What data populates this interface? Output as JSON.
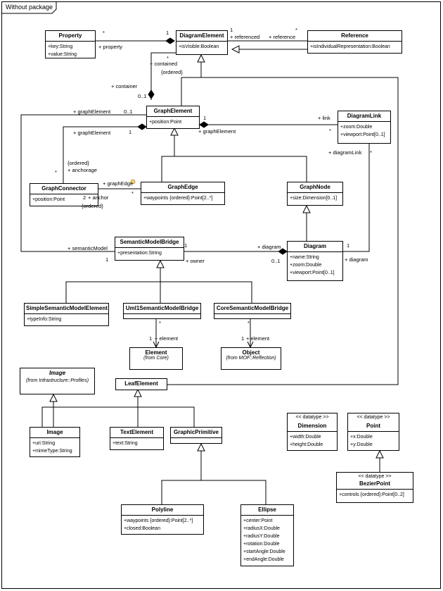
{
  "frame": {
    "title": "Without package"
  },
  "classes": {
    "property": {
      "name": "Property",
      "attrs": [
        "+key:String",
        "+value:String"
      ]
    },
    "diagram_element": {
      "name": "DiagramElement",
      "attrs": [
        "+isVisible:Boolean"
      ]
    },
    "reference": {
      "name": "Reference",
      "attrs": [
        "+isIndividualRepresentation:Boolean"
      ]
    },
    "graph_element": {
      "name": "GraphElement",
      "attrs": [
        "+position:Point"
      ]
    },
    "diagram_link": {
      "name": "DiagramLink",
      "attrs": [
        "+zoom:Double",
        "+viewport:Point[0..1]"
      ]
    },
    "graph_connector": {
      "name": "GraphConnector",
      "attrs": [
        "+position:Point"
      ]
    },
    "graph_edge": {
      "name": "GraphEdge",
      "attrs": [
        "+waypoints {ordered}:Point[2..*]"
      ]
    },
    "graph_node": {
      "name": "GraphNode",
      "attrs": [
        "+size:Dimension[0..1]"
      ]
    },
    "semantic_model_bridge": {
      "name": "SemanticModelBridge",
      "attrs": [
        "+presentation:String"
      ]
    },
    "diagram": {
      "name": "Diagram",
      "attrs": [
        "+name:String",
        "+zoom:Double",
        "+viewport:Point[0..1]"
      ]
    },
    "simple_semantic": {
      "name": "SimpleSemanticModelElement",
      "attrs": [
        "+typeInfo:String"
      ]
    },
    "uml1_semantic": {
      "name": "Uml1SemanticModelBridge",
      "attrs": []
    },
    "core_semantic": {
      "name": "CoreSemanticModelBridge",
      "attrs": []
    },
    "element": {
      "name": "Element",
      "from": "(from Core)"
    },
    "object": {
      "name": "Object",
      "from": "(from MOF::Reflection)"
    },
    "image_abstract": {
      "name": "Image",
      "from": "(from Infrastructure::Profiles)"
    },
    "leaf_element": {
      "name": "LeafElement",
      "attrs": []
    },
    "image": {
      "name": "Image",
      "attrs": [
        "+uri:String",
        "+mimeType:String"
      ]
    },
    "text_element": {
      "name": "TextElement",
      "attrs": [
        "+text:String"
      ]
    },
    "graphic_primitive": {
      "name": "GraphicPrimitive",
      "attrs": []
    },
    "dimension": {
      "stereotype": "<< datatype >>",
      "name": "Dimension",
      "attrs": [
        "+width:Double",
        "+height:Double"
      ]
    },
    "point": {
      "stereotype": "<< datatype >>",
      "name": "Point",
      "attrs": [
        "+x:Double",
        "+y:Double"
      ]
    },
    "bezier_point": {
      "stereotype": "<< datatype >>",
      "name": "BezierPoint",
      "attrs": [
        "+controls {ordered}:Point[0..2]"
      ]
    },
    "polyline": {
      "name": "Polyline",
      "attrs": [
        "+waypoints {ordered}:Point[2..*]",
        "+closed:Boolean"
      ]
    },
    "ellipse": {
      "name": "Ellipse",
      "attrs": [
        "+center:Point",
        "+radiusX:Double",
        "+radiusY:Double",
        "+rotation:Double",
        "+startAngle:Double",
        "+endAngle:Double"
      ]
    }
  },
  "labels": {
    "prop_mult": "*",
    "prop_role": "+ property",
    "de_prop_mult": "1",
    "de_ref_mult": "1",
    "de_ref_role": "+ referenced",
    "ref_mult": "*",
    "ref_role": "+ reference",
    "contained_mult": "*",
    "contained_role": "+ contained",
    "ordered_1": "{ordered}",
    "container_role": "+ container",
    "container_mult": "0..1",
    "ge_graphelement_role": "+ graphElement",
    "ge_graphelement_mult": "0..1",
    "ge_link_mult": "1",
    "link_role": "+ link",
    "link_mult": "*",
    "link_ge_role": "+ graphElement",
    "anchorage_ge_role": "+ graphElement",
    "anchorage_ge_mult": "1",
    "anchorage_ordered": "{ordered}",
    "anchorage_role": "+ anchorage",
    "anchorage_mult": "*",
    "dl_role": "+ diagramLink",
    "dl_mult": "*",
    "graphedge_role": "+ graphEdge",
    "graphedge_mult": "*",
    "anchor_mult": "2",
    "anchor_role": "+ anchor",
    "anchor_ordered": "{ordered}",
    "sm_role": "+ semanticModel",
    "sm_mult": "1",
    "owner_mult": "1",
    "owner_role": "+ owner",
    "diagram_role": "+ diagram",
    "diagram_mult": "0..1",
    "dlink_diag_mult": "1",
    "dlink_diag_role": "+ diagram",
    "uml_el_mult": "*",
    "uml_el_one": "1",
    "uml_el_role": "+ element",
    "core_el_mult": "*",
    "core_el_one": "1",
    "core_el_role": "+ element"
  }
}
